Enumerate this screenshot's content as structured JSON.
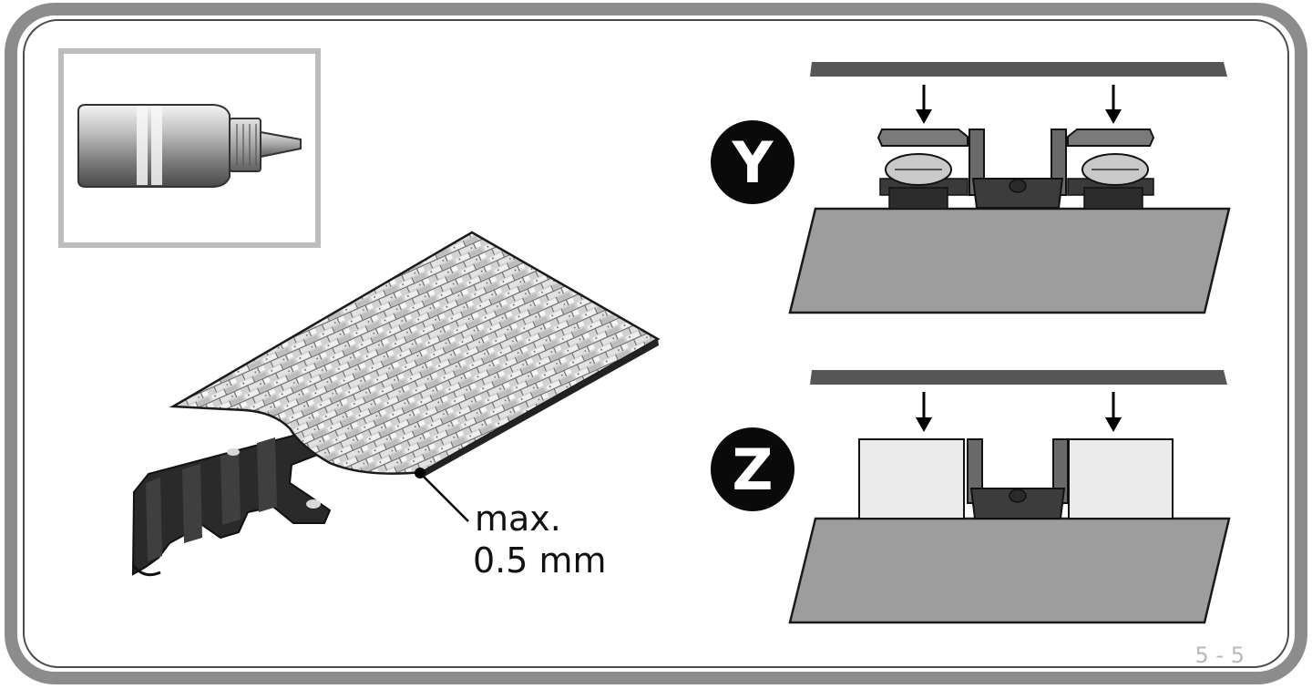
{
  "annotation": {
    "line1": "max.",
    "line2": "0.5 mm"
  },
  "panels": [
    {
      "letter": "Y"
    },
    {
      "letter": "Z"
    }
  ],
  "page_number": "5 - 5",
  "icons": {
    "glue": "glue-bottle-icon",
    "arrow": "down-arrow-icon"
  },
  "colors": {
    "frame": "#8c8c8c",
    "badge": "#0a0a0a",
    "surface": "#9e9e9e",
    "block": "#ebebeb",
    "rail": "#555555"
  }
}
